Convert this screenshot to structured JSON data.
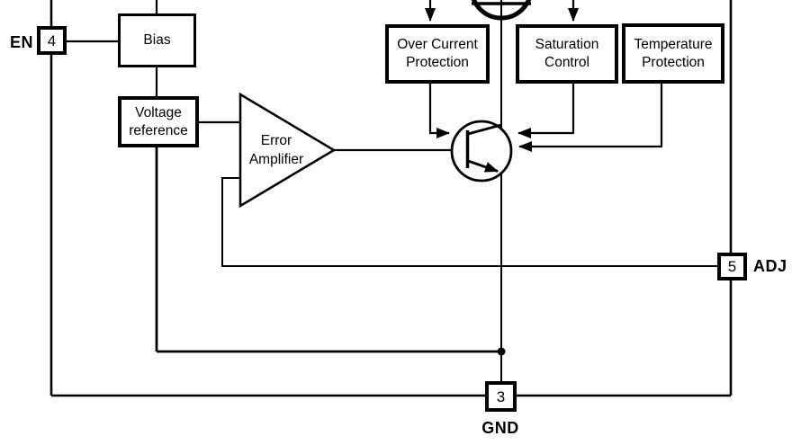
{
  "colors": {
    "line": "#000000",
    "background": "#ffffff"
  },
  "blocks": {
    "bias": {
      "label": "Bias"
    },
    "voltage_reference": {
      "label": "Voltage\nreference"
    },
    "error_amplifier": {
      "label": "Error\nAmplifier"
    },
    "over_current_protection": {
      "label": "Over Current\nProtection"
    },
    "saturation_control": {
      "label": "Saturation\nControl"
    },
    "temperature_protection": {
      "label": "Temperature\nProtection"
    }
  },
  "pins": {
    "en": {
      "number": "4",
      "name": "EN"
    },
    "adj": {
      "number": "5",
      "name": "ADJ"
    },
    "gnd": {
      "number": "3",
      "name": "GND"
    }
  },
  "symbols": {
    "pass_transistor": "npn-transistor-icon",
    "top_device": "current-source-icon",
    "junction": "wire-junction-dot"
  }
}
